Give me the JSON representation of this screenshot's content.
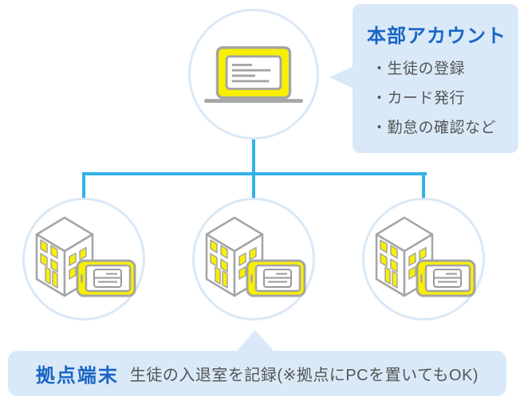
{
  "hq_bubble": {
    "title": "本部アカウント",
    "items": [
      "・生徒の登録",
      "・カード発行",
      "・勤怠の確認など"
    ]
  },
  "branch_bar": {
    "label": "拠点端末",
    "description": "生徒の入退室を記録(※拠点にPCを置いてもOK)"
  },
  "icons": {
    "hq_node": "laptop-icon",
    "branch_node": "building-with-tablet-icon"
  },
  "colors": {
    "connector_blue": "#33b1ea",
    "circle_border_blue": "#dae8f6",
    "bubble_background": "#d9e9f8",
    "heading_blue": "#1a66c4",
    "body_text_gray": "#555555",
    "device_yellow": "#f8f000",
    "icon_stroke_gray": "#a5a5a5"
  }
}
